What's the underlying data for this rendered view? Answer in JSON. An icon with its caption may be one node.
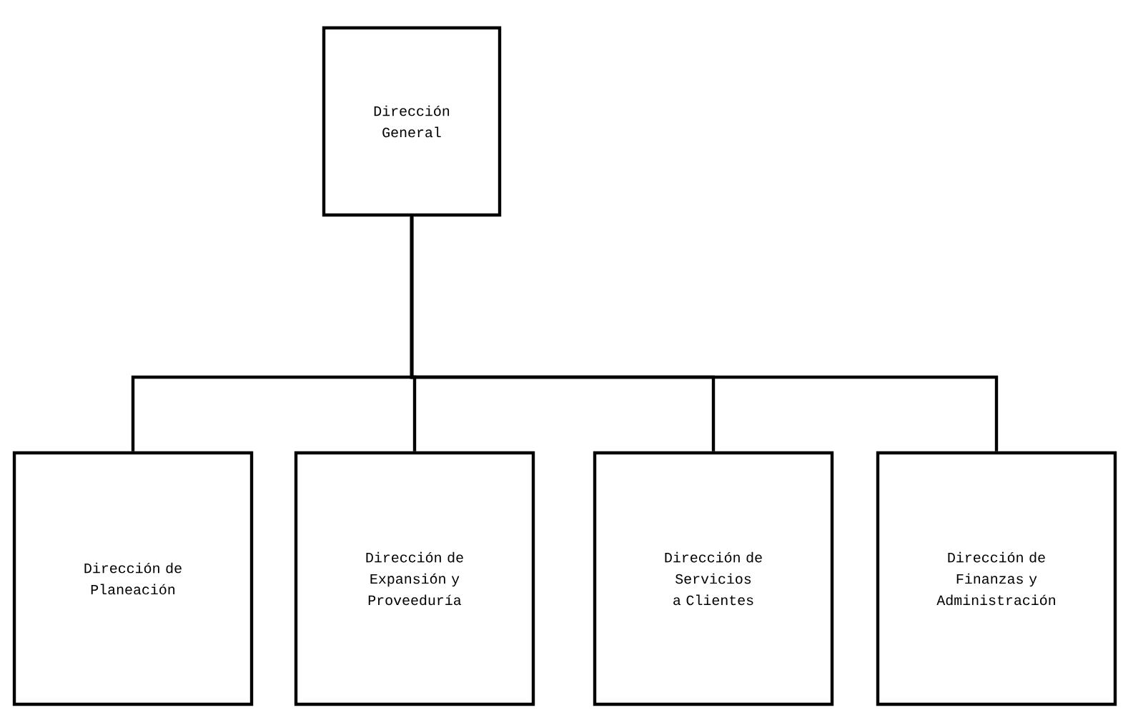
{
  "diagram": {
    "nodes": [
      {
        "text": [
          "Dirección General"
        ]
      },
      {
        "text": [
          "Dirección de Planeación"
        ]
      },
      {
        "text": [
          "Dirección de Expansión y Proveeduría"
        ]
      },
      {
        "text": [
          "Dirección de Servicios a Clientes"
        ]
      },
      {
        "text": [
          "Dirección de Finanzas y Administración"
        ]
      }
    ],
    "edges": [
      {
        "from": 0,
        "to": 1,
        "arrow": "none"
      },
      {
        "from": 0,
        "to": 2,
        "arrow": "none"
      },
      {
        "from": 0,
        "to": 3,
        "arrow": "none"
      },
      {
        "from": 0,
        "to": 4,
        "arrow": "none"
      }
    ]
  }
}
